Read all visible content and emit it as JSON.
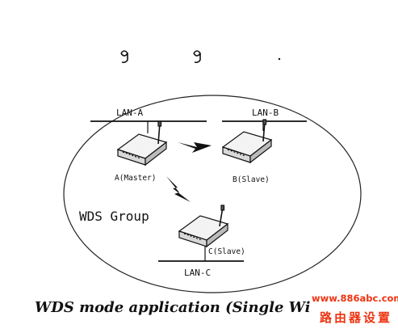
{
  "diagram": {
    "lans": [
      {
        "label": "LAN-A"
      },
      {
        "label": "LAN-B"
      },
      {
        "label": "LAN-C"
      }
    ],
    "devices": [
      {
        "label": "A(Master)"
      },
      {
        "label": "B(Slave)"
      },
      {
        "label": "C(Slave)"
      }
    ],
    "group_label": "WDS Group"
  },
  "caption": "WDS mode application (Single Wi",
  "watermark": {
    "url": "www.886abc.com",
    "chinese": "路由器设置"
  },
  "colors": {
    "line": "#111111",
    "watermark": "#ee3311"
  }
}
